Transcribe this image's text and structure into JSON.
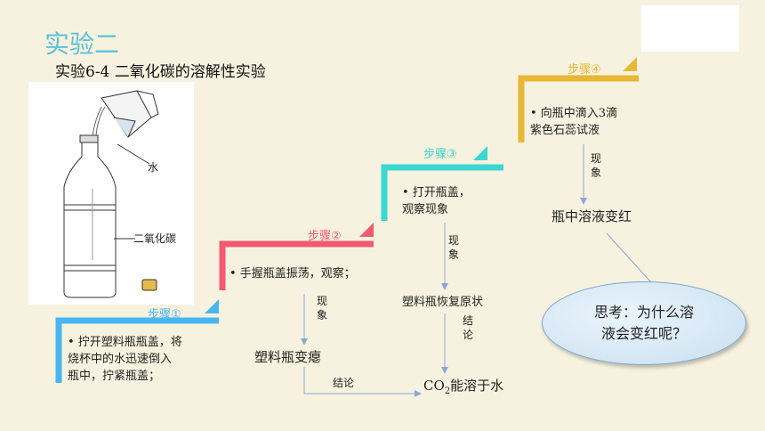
{
  "title": "实验二",
  "subtitle": "实验6-4 二氧化碳的溶解性实验",
  "illustration": {
    "label_water": "水",
    "label_co2": "二氧化碳"
  },
  "steps": [
    {
      "label": "步骤①",
      "text_lines": [
        "• 拧开塑料瓶瓶盖，将",
        "烧杯中的水迅速倒入",
        "瓶中，拧紧瓶盖；"
      ],
      "color": "#48b6ee"
    },
    {
      "label": "步骤②",
      "text_lines": [
        "• 手握瓶盖振荡，观察；"
      ],
      "color": "#f05a72"
    },
    {
      "label": "步骤③",
      "text_lines": [
        "• 打开瓶盖，",
        "观察现象"
      ],
      "color": "#3ad8d0"
    },
    {
      "label": "步骤④",
      "text_lines": [
        "• 向瓶中滴入3滴",
        "紫色石蕊试液"
      ],
      "color": "#e8b733"
    }
  ],
  "flow": {
    "phenomenon": "现象",
    "conclusion": "结论",
    "step2_phenomenon": "塑料瓶变瘪",
    "co2_result": "CO",
    "co2_sub": "2",
    "co2_result_rest": "能溶于水",
    "step3_phenomenon": "塑料瓶恢复原状",
    "step4_phenomenon": "瓶中溶液变红"
  },
  "question_lines": [
    "思考：为什么溶",
    "液会变红呢？"
  ]
}
